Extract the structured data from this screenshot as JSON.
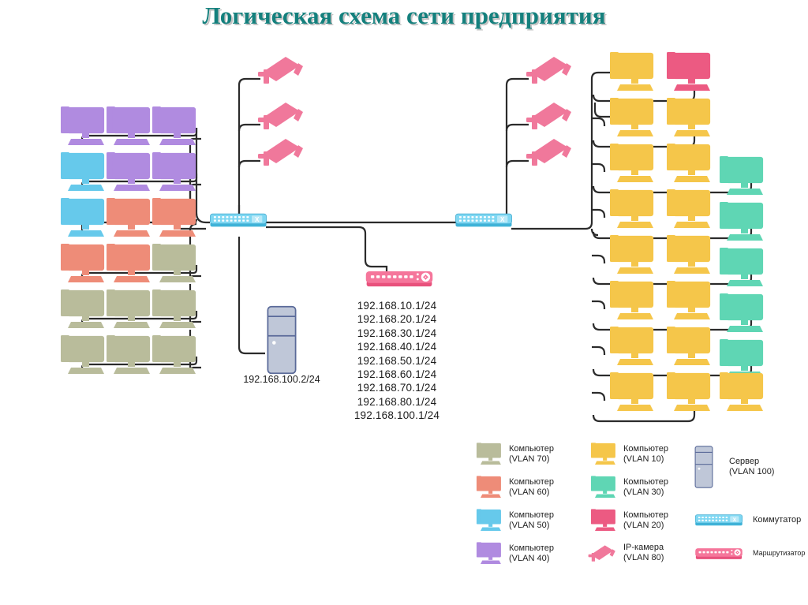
{
  "title": "Логическая схема сети предприятия",
  "colors": {
    "vlan10": "#F5C64A",
    "vlan20": "#EC5A82",
    "vlan30": "#5FD6B4",
    "vlan40": "#B08BE0",
    "vlan50": "#66C9EB",
    "vlan60": "#EE8C78",
    "vlan70": "#B9BC9B",
    "vlan80_camera": "#F0789B",
    "server": "#B9C2D6",
    "server_outline": "#5A6A99",
    "switch": "#6FD0EF",
    "router": "#F5769B",
    "cable": "#2b2b2b",
    "title_color": "#14807d",
    "background": "#FFFFFF"
  },
  "router": {
    "ip_addresses": [
      "192.168.10.1/24",
      "192.168.20.1/24",
      "192.168.30.1/24",
      "192.168.40.1/24",
      "192.168.50.1/24",
      "192.168.60.1/24",
      "192.168.70.1/24",
      "192.168.80.1/24",
      "192.168.100.1/24"
    ]
  },
  "server": {
    "ip_address": "192.168.100.2/24"
  },
  "left_cluster": {
    "rows": [
      [
        "vlan40",
        "vlan40",
        "vlan40"
      ],
      [
        "vlan50",
        "vlan40",
        "vlan40"
      ],
      [
        "vlan50",
        "vlan60",
        "vlan60"
      ],
      [
        "vlan60",
        "vlan60",
        "vlan70"
      ],
      [
        "vlan70",
        "vlan70",
        "vlan70"
      ],
      [
        "vlan70",
        "vlan70",
        "vlan70"
      ]
    ],
    "cameras": 3
  },
  "right_cluster": {
    "rows": [
      [
        "vlan10",
        "vlan20"
      ],
      [
        "vlan10",
        "vlan10"
      ],
      [
        "vlan10",
        "vlan10",
        "vlan30"
      ],
      [
        "vlan10",
        "vlan10",
        "vlan30"
      ],
      [
        "vlan10",
        "vlan10",
        "vlan30"
      ],
      [
        "vlan10",
        "vlan10",
        "vlan30"
      ],
      [
        "vlan10",
        "vlan10",
        "vlan10"
      ]
    ],
    "cameras": 3
  },
  "legend": {
    "column1": [
      {
        "icon": "computer-icon",
        "color": "vlan70",
        "line1": "Компьютер",
        "line2": "(VLAN 70)"
      },
      {
        "icon": "computer-icon",
        "color": "vlan60",
        "line1": "Компьютер",
        "line2": "(VLAN 60)"
      },
      {
        "icon": "computer-icon",
        "color": "vlan50",
        "line1": "Компьютер",
        "line2": "(VLAN 50)"
      },
      {
        "icon": "computer-icon",
        "color": "vlan40",
        "line1": "Компьютер",
        "line2": "(VLAN 40)"
      }
    ],
    "column2": [
      {
        "icon": "computer-icon",
        "color": "vlan10",
        "line1": "Компьютер",
        "line2": "(VLAN 10)"
      },
      {
        "icon": "computer-icon",
        "color": "vlan30",
        "line1": "Компьютер",
        "line2": "(VLAN 30)"
      },
      {
        "icon": "computer-icon",
        "color": "vlan20",
        "line1": "Компьютер",
        "line2": "(VLAN 20)"
      },
      {
        "icon": "camera-icon",
        "color": "vlan80_camera",
        "line1": "IP-камера",
        "line2": "(VLAN 80)"
      }
    ],
    "column3": [
      {
        "icon": "server-icon",
        "line1": "Сервер",
        "line2": "(VLAN 100)"
      },
      {
        "icon": "switch-icon",
        "line1": "Коммутатор",
        "line2": ""
      },
      {
        "icon": "router-icon",
        "line1": "Маршрутизатор",
        "line2": ""
      }
    ]
  }
}
